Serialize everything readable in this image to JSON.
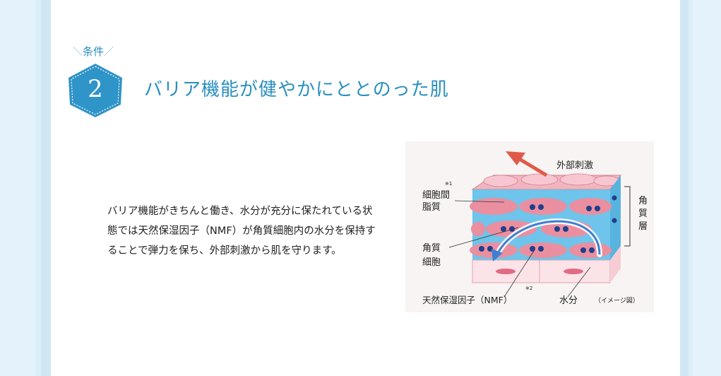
{
  "condition": {
    "label": "条件",
    "number": "2",
    "title": "バリア機能が健やかにととのった肌"
  },
  "description": {
    "lines": [
      "バリア機能がきちんと働き、水分が充分に保たれている状",
      "態では天然保湿因子（NMF）が角質細胞内の水分を保持す",
      "ることで弾力を保ち、外部刺激から肌を守ります。"
    ]
  },
  "diagram": {
    "external_stimulus": "外部刺激",
    "intercellular_lipid": [
      "細胞間",
      "脂質"
    ],
    "intercellular_note": "※1",
    "corneocyte": [
      "角質",
      "細胞"
    ],
    "stratum_corneum": [
      "角",
      "質",
      "層"
    ],
    "nmf": "天然保湿因子（NMF）",
    "nmf_note": "※2",
    "water": "水分",
    "caption": "（イメージ図）",
    "colors": {
      "cell_pink": "#e98fa0",
      "lipid_blue": "#6ec4ea",
      "dot_navy": "#1f3f8c",
      "arrow_red": "#e05a4a",
      "arrow_blue": "#3f7fd0"
    }
  }
}
